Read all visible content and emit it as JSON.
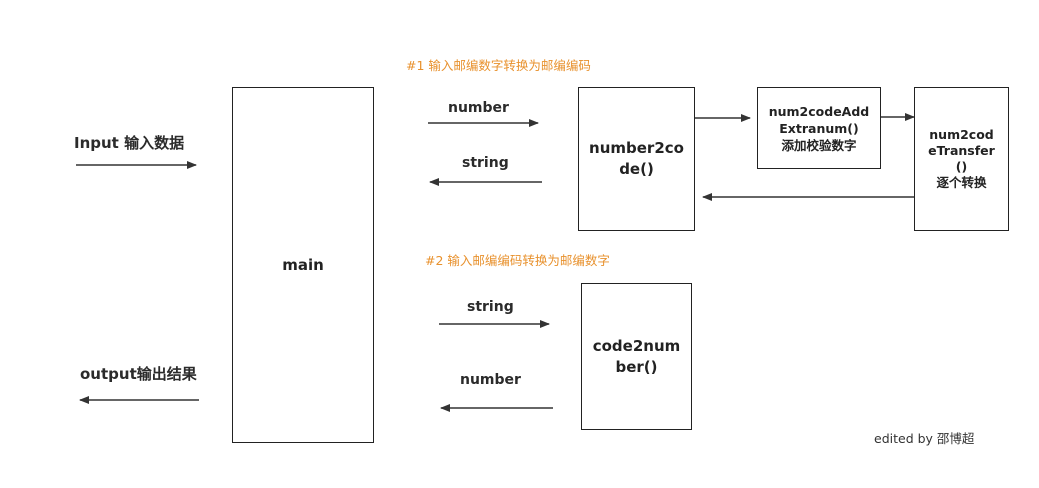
{
  "boxes": {
    "main": "main",
    "number2code": [
      "number2co",
      "de()"
    ],
    "addextra": [
      "num2codeAdd",
      "Extranum()",
      "添加校验数字"
    ],
    "transfer": [
      "num2cod",
      "eTransfer",
      "()",
      "逐个转换"
    ],
    "code2number": [
      "code2num",
      "ber()"
    ]
  },
  "labels": {
    "input": "Input 输入数据",
    "output": "output输出结果",
    "number_top": "number",
    "string_top": "string",
    "string_bottom": "string",
    "number_bottom": "number"
  },
  "notes": {
    "note1": "#1 输入邮编数字转换为邮编编码",
    "note2": "#2 输入邮编编码转换为邮编数字"
  },
  "signature": "edited by 邵博超",
  "colors": {
    "note": "#e8912d",
    "line": "#333333"
  }
}
